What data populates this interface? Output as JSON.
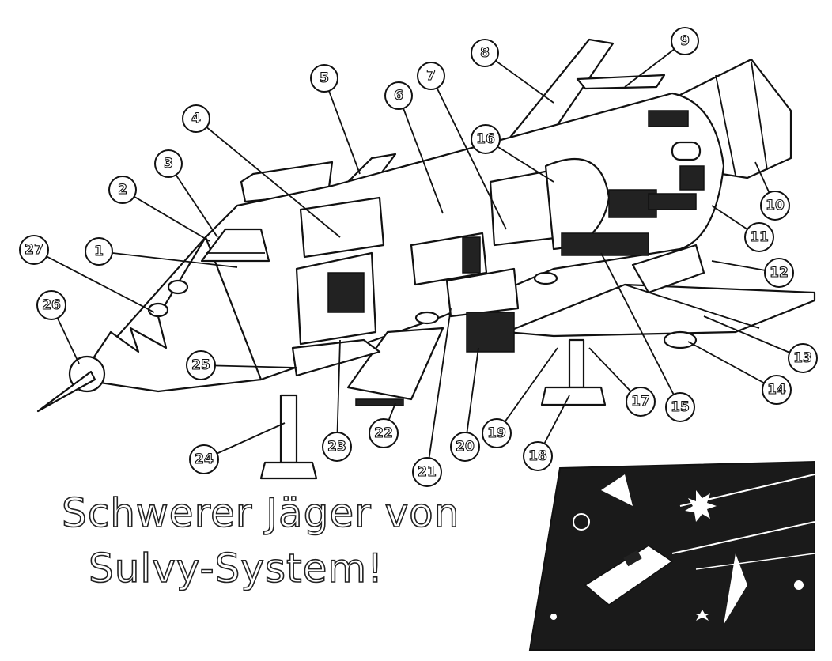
{
  "title": {
    "line1": "Schwerer Jäger von",
    "line2": "Sulvy-System!"
  },
  "callouts": [
    "1",
    "2",
    "3",
    "4",
    "5",
    "6",
    "7",
    "8",
    "9",
    "10",
    "11",
    "12",
    "13",
    "14",
    "15",
    "16",
    "17",
    "18",
    "19",
    "20",
    "21",
    "22",
    "23",
    "24",
    "25",
    "26",
    "27"
  ],
  "colors": {
    "ink": "#111111",
    "paper": "#ffffff",
    "inset": "#1a1a1a"
  }
}
